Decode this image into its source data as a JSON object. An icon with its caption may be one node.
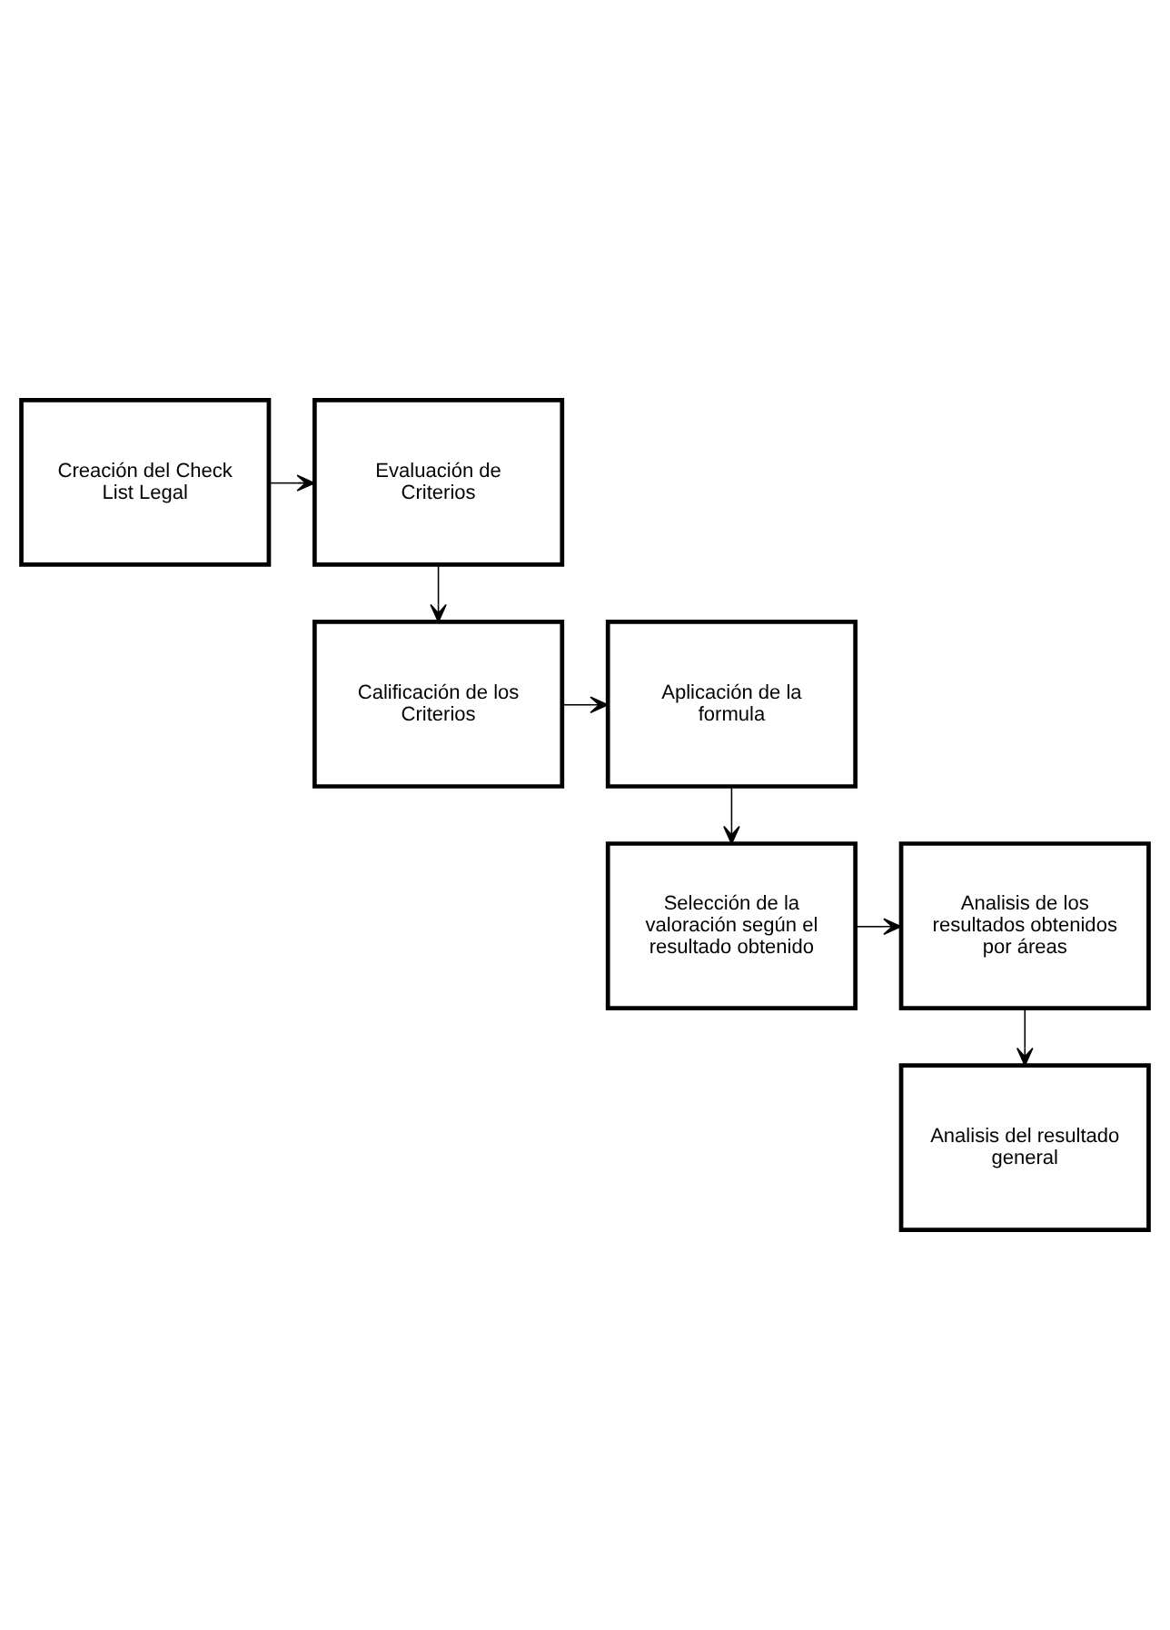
{
  "diagram": {
    "nodes": [
      {
        "text": [
          "Creación del Check List Legal"
        ]
      },
      {
        "text": [
          "Evaluación de Criterios"
        ]
      },
      {
        "text": [
          "Calificación de los Criterios"
        ]
      },
      {
        "text": [
          "Aplicación de la formula"
        ]
      },
      {
        "text": [
          "Selección de la valoración según el resultado obtenido"
        ]
      },
      {
        "text": [
          "Analisis de los resultados obtenidos por áreas"
        ]
      },
      {
        "text": [
          "Analisis del resultado general"
        ]
      }
    ],
    "edges": [
      {
        "from": 0,
        "to": 1,
        "arrow": "to"
      },
      {
        "from": 1,
        "to": 2,
        "arrow": "to"
      },
      {
        "from": 2,
        "to": 3,
        "arrow": "to"
      },
      {
        "from": 3,
        "to": 4,
        "arrow": "to"
      },
      {
        "from": 4,
        "to": 5,
        "arrow": "to"
      },
      {
        "from": 5,
        "to": 6,
        "arrow": "to"
      }
    ]
  }
}
